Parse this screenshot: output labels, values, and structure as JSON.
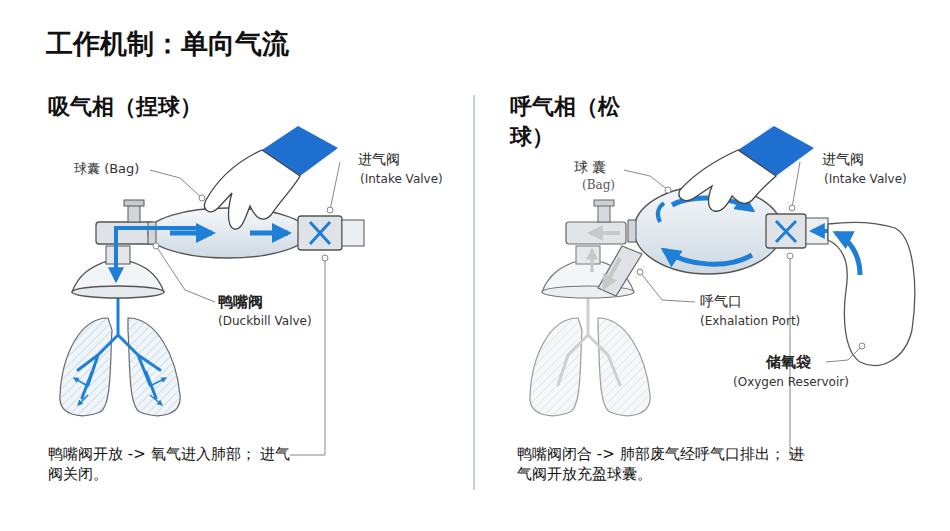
{
  "diagram": {
    "title": "工作机制：单向气流",
    "labels": [
      "吸气相（捏球）",
      "球囊 (Bag)",
      "进气阀",
      "(Intake Valve)",
      "鸭嘴阀",
      "(Duckbill Valve)",
      "鸭嘴阀开放 -> 氧气进入肺部； 进气阀关闭。",
      "呼气相（松 球）",
      "球 囊",
      "(Bag)",
      "进气阀",
      "(Intake Valve)",
      "呼气口",
      "(Exhalation Port)",
      "储氧袋",
      "(Oxygen Reservoir)",
      "鸭嘴阀闭合 -> 肺部废气经呼气口排出； 进气阀开放充盈球囊。"
    ]
  }
}
